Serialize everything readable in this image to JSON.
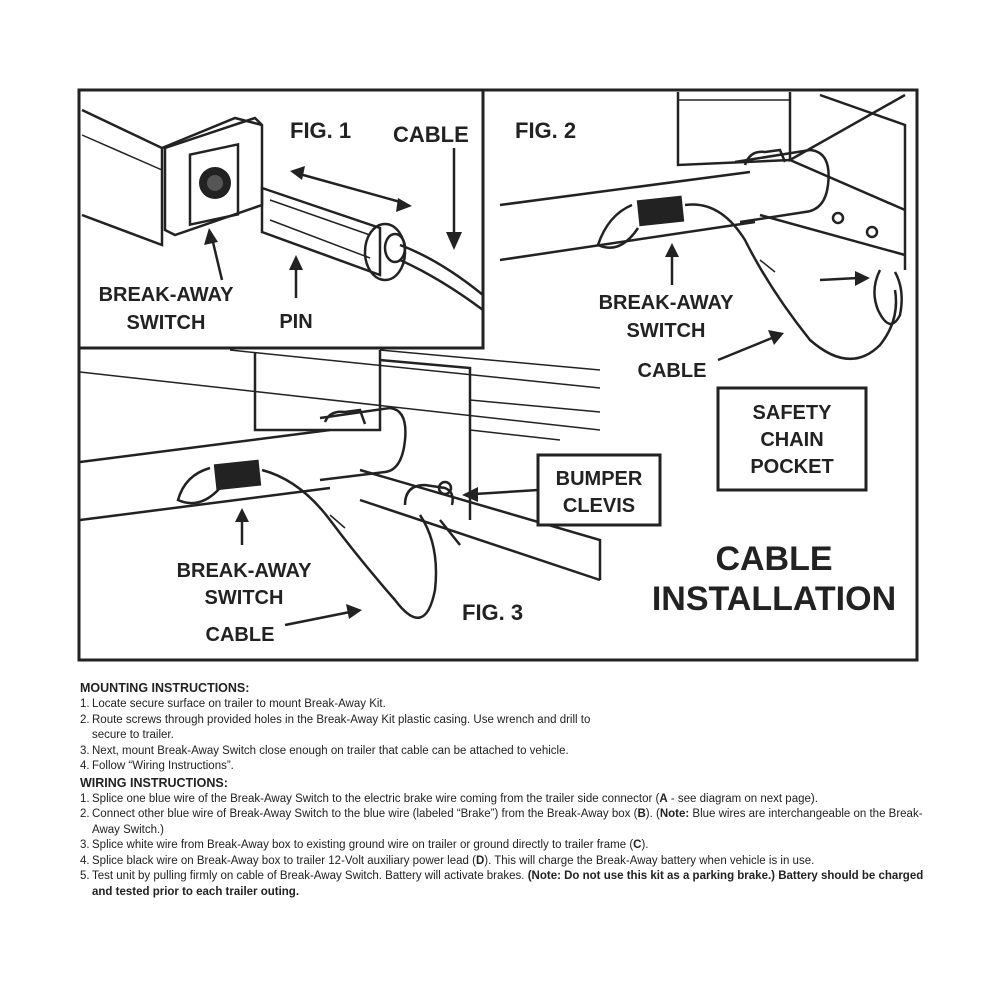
{
  "diagram": {
    "fig1": {
      "title": "FIG. 1",
      "cable": "CABLE",
      "switch_line1": "BREAK-AWAY",
      "switch_line2": "SWITCH",
      "pin": "PIN"
    },
    "fig2": {
      "title": "FIG. 2",
      "switch_line1": "BREAK-AWAY",
      "switch_line2": "SWITCH",
      "cable": "CABLE",
      "pocket_line1": "SAFETY",
      "pocket_line2": "CHAIN",
      "pocket_line3": "POCKET"
    },
    "fig3": {
      "title": "FIG. 3",
      "clevis_line1": "BUMPER",
      "clevis_line2": "CLEVIS",
      "switch_line1": "BREAK-AWAY",
      "switch_line2": "SWITCH",
      "cable": "CABLE"
    },
    "heading_line1": "CABLE",
    "heading_line2": "INSTALLATION"
  },
  "mounting": {
    "title": "MOUNTING INSTRUCTIONS:",
    "items": [
      {
        "num": "1.",
        "text": "Locate secure surface on trailer to mount Break-Away Kit."
      },
      {
        "num": "2.",
        "text": "Route screws through provided holes in the Break-Away Kit plastic casing. Use wrench and drill to secure to trailer."
      },
      {
        "num": "3.",
        "text": "Next, mount Break-Away Switch close enough on trailer that cable can be attached to vehicle."
      },
      {
        "num": "4.",
        "text": "Follow “Wiring Instructions”."
      }
    ]
  },
  "wiring": {
    "title": "WIRING INSTRUCTIONS:",
    "item1": {
      "num": "1.",
      "pre": "Splice one blue wire of the Break-Away Switch to the electric brake wire coming from the trailer side connector (",
      "bold": "A",
      "post": " - see diagram on next page)."
    },
    "item2": {
      "num": "2.",
      "pre": "Connect other blue wire of Break-Away Switch to the blue wire (labeled “Brake”) from the Break-Away box (",
      "bold": "B",
      "mid": "). (",
      "note_label": "Note:",
      "post": " Blue wires are interchangeable on the Break-Away Switch.)"
    },
    "item3": {
      "num": "3.",
      "pre": "Splice white wire from Break-Away box to existing ground wire on trailer or ground directly to trailer frame (",
      "bold": "C",
      "post": ")."
    },
    "item4": {
      "num": "4.",
      "pre": "Splice black wire on Break-Away box to trailer 12-Volt auxiliary power lead (",
      "bold": "D",
      "post": "). This will charge the Break-Away battery when vehicle is in use."
    },
    "item5": {
      "num": "5.",
      "pre": "Test unit by pulling firmly on cable of Break-Away Switch. Battery will activate brakes. ",
      "bold": "(Note: Do not use this kit as a parking brake.) Battery should be charged and tested prior to each trailer outing."
    }
  }
}
